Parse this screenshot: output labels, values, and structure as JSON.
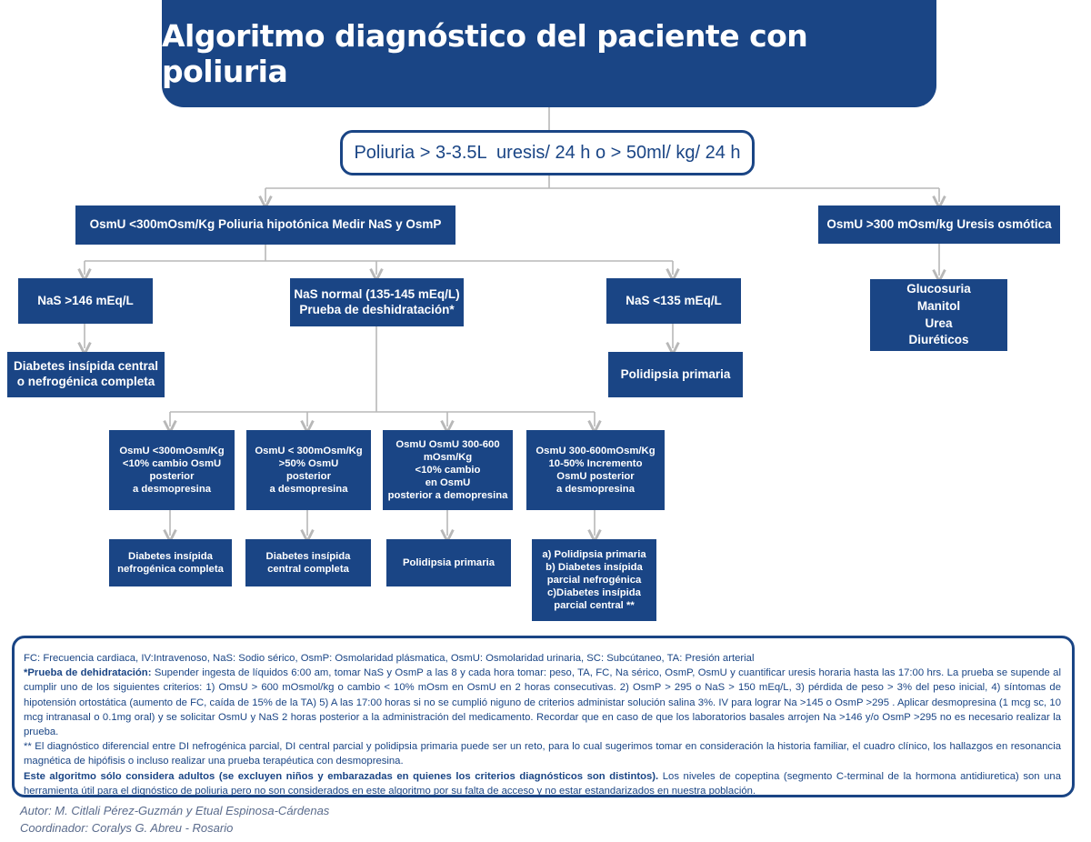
{
  "title": "Algoritmo diagnóstico del paciente con poliuria",
  "root": "Poliuria > 3-3.5L  uresis/ 24 h o > 50ml/ kg/ 24 h",
  "branch_left": "OsmU <300mOsm/Kg Poliuria  hipotónica Medir NaS y OsmP",
  "branch_right": "OsmU >300 mOsm/kg Uresis osmótica",
  "osmotic_causes": "Glucosuria\nManitol\nUrea\nDiuréticos",
  "nas_high": "NaS >146 mEq/L",
  "nas_high_result": "Diabetes insípida central\n o nefrogénica completa",
  "nas_normal": "NaS normal (135-145 mEq/L)\nPrueba de deshidratación*",
  "nas_low": "NaS <135 mEq/L",
  "nas_low_result": "Polidipsia primaria",
  "tests": [
    "OsmU <300mOsm/Kg\n<10% cambio OsmU\nposterior\na desmopresina",
    "OsmU < 300mOsm/Kg\n>50% OsmU\nposterior\na desmopresina",
    "OsmU OsmU 300-600\nmOsm/Kg\n<10% cambio\nen OsmU\nposterior a demopresina",
    "OsmU 300-600mOsm/Kg\n10-50% Incremento\nOsmU posterior\na desmopresina"
  ],
  "results": [
    "Diabetes insípida\nnefrogénica completa",
    "Diabetes insípida\ncentral completa",
    "Polidipsia primaria",
    "a) Polidipsia primaria\nb) Diabetes insípida\nparcial nefrogénica\nc)Diabetes insípida\nparcial central **"
  ],
  "notes": {
    "abbreviations": "FC: Frecuencia cardiaca, IV:Intravenoso, NaS: Sodio sérico, OsmP: Osmolaridad plásmatica, OsmU: Osmolaridad urinaria, SC: Subcútaneo, TA: Presión arterial",
    "dehydration_label": "*Prueba de dehidratación:",
    "dehydration_text": " Supender ingesta de líquidos 6:00 am, tomar NaS y OsmP a las 8 y cada hora tomar: peso, TA, FC, Na sérico, OsmP, OsmU y cuantificar uresis horaria hasta las 17:00 hrs. La prueba se supende al cumplir uno de  los  siguientes criterios:  1) OmsU > 600 mOsmol/kg o cambio < 10% mOsm en OsmU en 2 horas consecutivas. 2) OsmP > 295 o NaS > 150 mEq/L, 3) pérdida de peso > 3% del peso inicial, 4) síntomas de hipotensión ortostática (aumento de FC, caída de 15% de la TA) 5) A las 17:00 horas si no se cumplió niguno de  criterios administar solución salina 3%. IV para lograr Na >145 o OsmP >295 . Aplicar desmopresina (1 mcg sc, 10 mcg intranasal o 0.1mg oral) y se solicitar OsmU y NaS 2 horas posterior a la administración del medicamento. Recordar que en caso de que los laboratorios basales arrojen Na >146 y/o OsmP >295 no es necesario realizar la prueba.",
    "differential": "** El diagnóstico diferencial entre DI nefrogénica parcial, DI  central  parcial  y polidipsia  primaria  puede ser  un reto,  para lo cual sugerimos tomar en consideración la historia familiar, el  cuadro  clínico,  los hallazgos  en  resonancia magnética de hipófisis o incluso realizar una prueba terapéutica con desmopresina.",
    "adults_label": "Este algoritmo sólo considera adultos (se excluyen niños y embarazadas en quienes los criterios diagnósticos son distintos).",
    "adults_text": " Los niveles de copeptina (segmento C-terminal de la hormona antidiuretica) son una herramienta útil para el dignóstico de poliuria pero no son considerados en este algoritmo por su falta de acceso y no estar estandarizados en nuestra población."
  },
  "author": "Autor: M. Citlali Pérez-Guzmán y Etual Espinosa-Cárdenas",
  "coordinator": "Coordinador: Coralys G. Abreu - Rosario",
  "colors": {
    "primary": "#1a4585",
    "connector": "#b8b8b8"
  }
}
